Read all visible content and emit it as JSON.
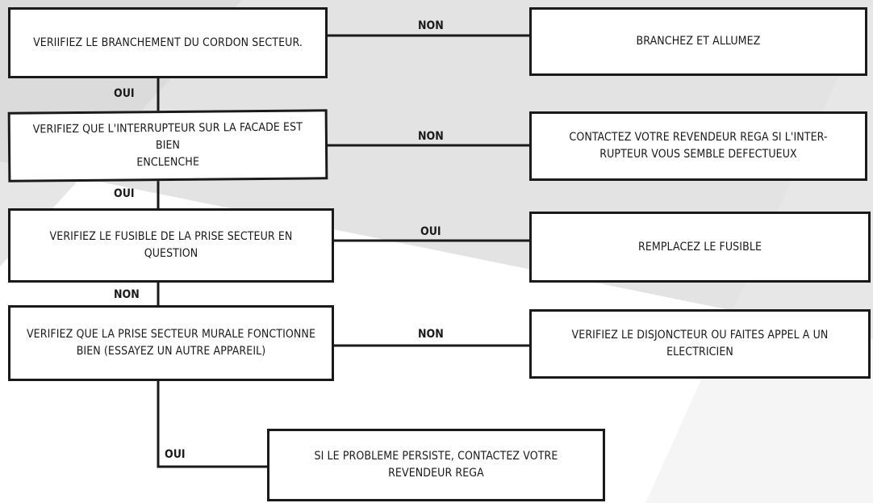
{
  "steps": [
    {
      "question": "VERIIFIEZ LE BRANCHEMENT DU CORDON SECTEUR.",
      "branch_label": "NON",
      "action": "BRANCHEZ ET ALLUMEZ",
      "next_label": "OUI"
    },
    {
      "question": "VERIFIEZ QUE L'INTERRUPTEUR SUR LA FACADE EST BIEN\nENCLENCHE",
      "branch_label": "NON",
      "action": "CONTACTEZ VOTRE REVENDEUR REGA SI L'INTER-\nRUPTEUR VOUS SEMBLE DEFECTUEUX",
      "next_label": "OUI"
    },
    {
      "question": "VERIFIEZ LE FUSIBLE DE LA PRISE SECTEUR EN QUESTION",
      "branch_label": "OUI",
      "action": "REMPLACEZ LE FUSIBLE",
      "next_label": "NON"
    },
    {
      "question": "VERIFIEZ QUE LA PRISE SECTEUR MURALE FONCTIONNE\nBIEN (ESSAYEZ UN AUTRE APPAREIL)",
      "branch_label": "NON",
      "action": "VERIFIEZ LE DISJONCTEUR OU FAITES APPEL A UN\nELECTRICIEN",
      "next_label": "OUI"
    }
  ],
  "final": {
    "text": "SI LE PROBLEME PERSISTE, CONTACTEZ VOTRE\nREVENDEUR REGA"
  },
  "colors": {
    "line": "#1a1a1a",
    "box_fill": "#ffffff",
    "shade": "#e3e3e3"
  }
}
